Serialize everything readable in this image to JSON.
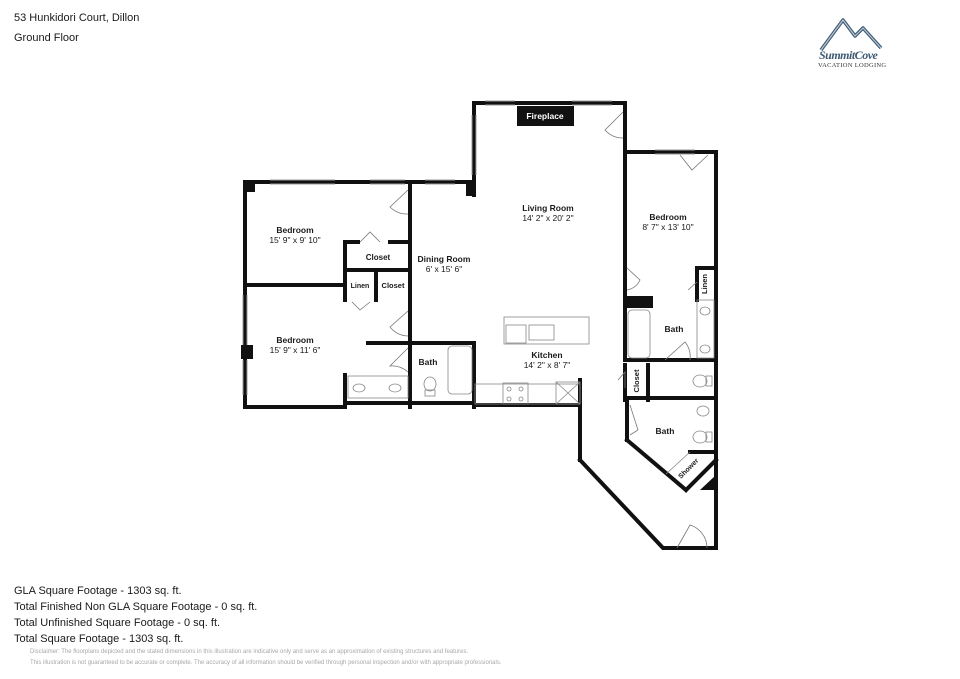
{
  "header": {
    "address": "53 Hunkidori Court, Dillon",
    "floor": "Ground Floor"
  },
  "logo": {
    "name": "SummitCove",
    "subtitle": "Vacation Lodging",
    "icon": "mountain-icon",
    "color": "#3f5a73"
  },
  "rooms": {
    "fireplace": {
      "label": "Fireplace"
    },
    "living": {
      "label": "Living Room",
      "dims": "14' 2\" x 20' 2\""
    },
    "bedroom_top_left": {
      "label": "Bedroom",
      "dims": "15' 9\" x 9' 10\""
    },
    "bedroom_bottom_left": {
      "label": "Bedroom",
      "dims": "15' 9\" x 11' 6\""
    },
    "bedroom_right": {
      "label": "Bedroom",
      "dims": "8' 7\" x 13' 10\""
    },
    "dining": {
      "label": "Dining Room",
      "dims": "6' x 15' 6\""
    },
    "kitchen": {
      "label": "Kitchen",
      "dims": "14' 2\" x 8' 7\""
    },
    "closet_top": {
      "label": "Closet"
    },
    "linen_left": {
      "label": "Linen"
    },
    "closet_small": {
      "label": "Closet"
    },
    "bath_left": {
      "label": "Bath"
    },
    "bath_right_upper": {
      "label": "Bath"
    },
    "linen_right": {
      "label": "Linen"
    },
    "closet_right": {
      "label": "Closet"
    },
    "bath_right_lower": {
      "label": "Bath"
    },
    "shower": {
      "label": "Shower"
    }
  },
  "stats": {
    "gla": "GLA Square Footage - 1303 sq. ft.",
    "non_gla": "Total Finished Non GLA Square Footage - 0 sq. ft.",
    "unfinished": "Total Unfinished Square Footage - 0 sq. ft.",
    "total": "Total Square Footage - 1303 sq. ft."
  },
  "disclaimer": {
    "line1": "Disclaimer: The floorplans depicted and the stated dimensions in this illustration are indicative only and serve as an approximation of existing structures and features.",
    "line2": "This illustration is not guaranteed to be accurate or complete. The accuracy of all information should be verified through personal inspection and/or with appropriate professionals."
  }
}
